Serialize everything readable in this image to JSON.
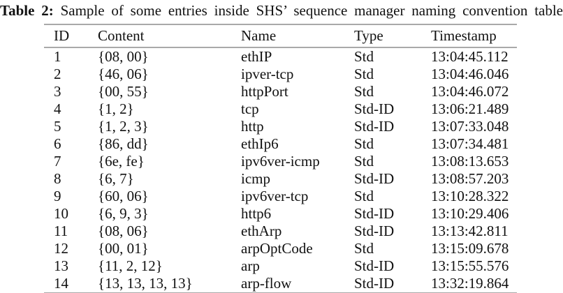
{
  "caption": {
    "label": "Table 2:",
    "text": "Sample of some entries inside SHS’ sequence manager naming convention table"
  },
  "table": {
    "headers": {
      "id": "ID",
      "content": "Content",
      "name": "Name",
      "type": "Type",
      "timestamp": "Timestamp"
    },
    "rows": [
      {
        "id": "1",
        "content": "{08, 00}",
        "name": "ethIP",
        "type": "Std",
        "timestamp": "13:04:45.112"
      },
      {
        "id": "2",
        "content": "{46, 06}",
        "name": "ipver-tcp",
        "type": "Std",
        "timestamp": "13:04:46.046"
      },
      {
        "id": "3",
        "content": "{00, 55}",
        "name": "httpPort",
        "type": "Std",
        "timestamp": "13:04:46.072"
      },
      {
        "id": "4",
        "content": "{1, 2}",
        "name": "tcp",
        "type": "Std-ID",
        "timestamp": "13:06:21.489"
      },
      {
        "id": "5",
        "content": "{1, 2, 3}",
        "name": "http",
        "type": "Std-ID",
        "timestamp": "13:07:33.048"
      },
      {
        "id": "6",
        "content": "{86, dd}",
        "name": "ethIp6",
        "type": "Std",
        "timestamp": "13:07:34.481"
      },
      {
        "id": "7",
        "content": "{6e, fe}",
        "name": "ipv6ver-icmp",
        "type": "Std",
        "timestamp": "13:08:13.653"
      },
      {
        "id": "8",
        "content": "{6, 7}",
        "name": "icmp",
        "type": "Std-ID",
        "timestamp": "13:08:57.203"
      },
      {
        "id": "9",
        "content": "{60, 06}",
        "name": "ipv6ver-tcp",
        "type": "Std",
        "timestamp": "13:10:28.322"
      },
      {
        "id": "10",
        "content": "{6, 9, 3}",
        "name": "http6",
        "type": "Std-ID",
        "timestamp": "13:10:29.406"
      },
      {
        "id": "11",
        "content": "{08, 06}",
        "name": "ethArp",
        "type": "Std-ID",
        "timestamp": "13:13:42.811"
      },
      {
        "id": "12",
        "content": "{00, 01}",
        "name": "arpOptCode",
        "type": "Std",
        "timestamp": "13:15:09.678"
      },
      {
        "id": "13",
        "content": "{11, 2, 12}",
        "name": "arp",
        "type": "Std-ID",
        "timestamp": "13:15:55.576"
      },
      {
        "id": "14",
        "content": "{13, 13, 13, 13}",
        "name": "arp-flow",
        "type": "Std-ID",
        "timestamp": "13:32:19.864"
      }
    ]
  }
}
